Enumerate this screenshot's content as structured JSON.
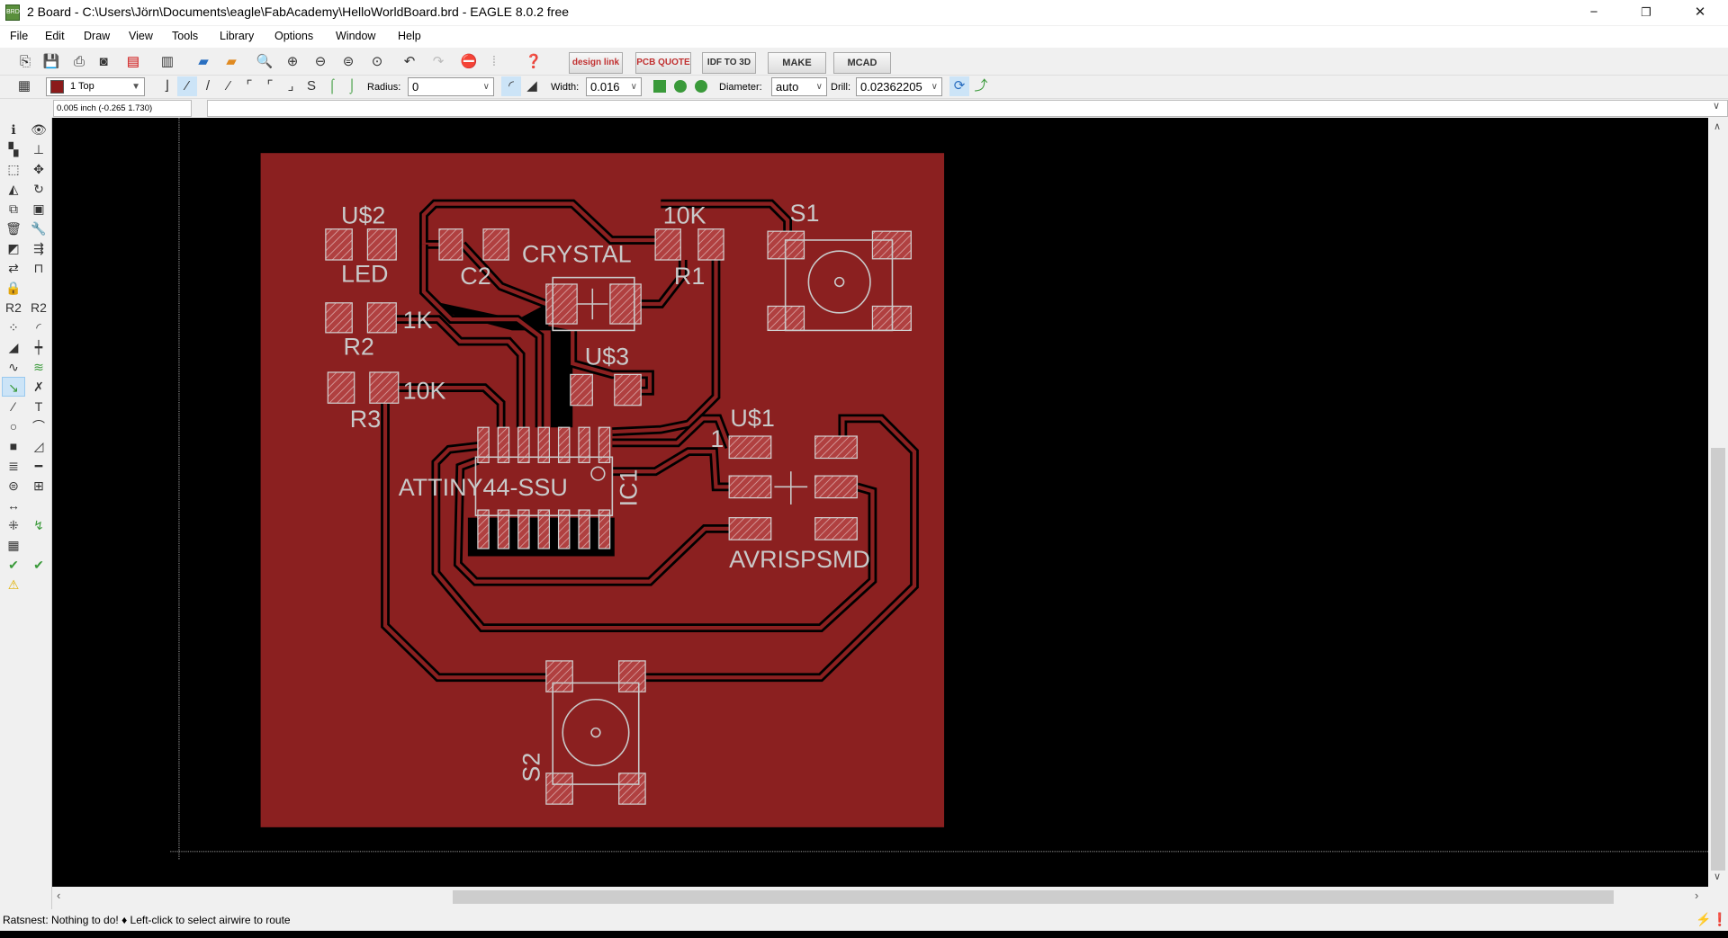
{
  "window": {
    "title": "2 Board - C:\\Users\\Jörn\\Documents\\eagle\\FabAcademy\\HelloWorldBoard.brd - EAGLE 8.0.2 free",
    "app_icon_text": "BRD",
    "minimize": "−",
    "maximize": "❐",
    "close": "✕"
  },
  "menu": [
    "File",
    "Edit",
    "Draw",
    "View",
    "Tools",
    "Library",
    "Options",
    "Window",
    "Help"
  ],
  "toolbar": {
    "design_link": "design link",
    "pcb_quote": "PCB QUOTE",
    "idf": "IDF TO 3D",
    "make": "MAKE",
    "mcad": "MCAD"
  },
  "params": {
    "layer": "1 Top",
    "layer_color": "#8b1a1a",
    "radius_label": "Radius:",
    "radius": "0",
    "width_label": "Width:",
    "width": "0.016",
    "diameter_label": "Diameter:",
    "diameter": "auto",
    "drill_label": "Drill:",
    "drill": "0.02362205"
  },
  "command": {
    "coordinates": "0.005 inch (-0.265 1.730)",
    "value": ""
  },
  "status": "Ratsnest: Nothing to do!  ♦ Left-click to select airwire to route",
  "colors": {
    "board": "#8b2020",
    "trace_isolation": "#000000",
    "silk": "#c9c9c9"
  },
  "board": {
    "labels": {
      "u2": "U$2",
      "led": "LED",
      "r2_val": "1K",
      "r2": "R2",
      "r3_val": "10K",
      "r3": "R3",
      "c2": "C2",
      "crystal": "CRYSTAL",
      "r1_val": "10K",
      "r1": "R1",
      "s1": "S1",
      "u3": "U$3",
      "u1": "U$1",
      "pin1": "1",
      "ic_val": "ATTINY44-SSU",
      "ic1": "IC1",
      "avrisp": "AVRISPSMD",
      "s2": "S2"
    }
  },
  "left_tools": [
    {
      "name": "info-icon",
      "g": "ℹ"
    },
    {
      "name": "show-icon",
      "g": "👁"
    },
    {
      "name": "layers-icon",
      "g": "▚"
    },
    {
      "name": "mark-icon",
      "g": "⊥"
    },
    {
      "name": "group-icon",
      "g": "⬚"
    },
    {
      "name": "move-icon",
      "g": "✥"
    },
    {
      "name": "mirror-icon",
      "g": "◭"
    },
    {
      "name": "rotate-icon",
      "g": "↻"
    },
    {
      "name": "copy-icon",
      "g": "⧉"
    },
    {
      "name": "paste-icon",
      "g": "▣"
    },
    {
      "name": "delete-icon",
      "g": "🗑"
    },
    {
      "name": "change-icon",
      "g": "🔧"
    },
    {
      "name": "add-icon",
      "g": "◩"
    },
    {
      "name": "replace-icon",
      "g": "⇶"
    },
    {
      "name": "swap-icon",
      "g": "⇄"
    },
    {
      "name": "lock-open-icon",
      "g": "⊓"
    },
    {
      "name": "lock-icon",
      "g": "🔒"
    },
    {
      "name": "blank-icon",
      "g": ""
    },
    {
      "name": "name-icon",
      "g": "R2"
    },
    {
      "name": "value-icon",
      "g": "R2"
    },
    {
      "name": "smash-icon",
      "g": "⁘"
    },
    {
      "name": "miter-icon",
      "g": "◜"
    },
    {
      "name": "split-icon",
      "g": "◢"
    },
    {
      "name": "optimize-icon",
      "g": "┿"
    },
    {
      "name": "meander-icon",
      "g": "∿"
    },
    {
      "name": "route-multiple-icon",
      "g": "≋"
    },
    {
      "name": "route-icon",
      "g": "↘",
      "active": true
    },
    {
      "name": "ripup-icon",
      "g": "✗"
    },
    {
      "name": "line-icon",
      "g": "⁄"
    },
    {
      "name": "text-icon",
      "g": "T"
    },
    {
      "name": "circle-icon",
      "g": "○"
    },
    {
      "name": "arc-icon",
      "g": "⌒"
    },
    {
      "name": "rect-icon",
      "g": "■"
    },
    {
      "name": "polygon-icon",
      "g": "◿"
    },
    {
      "name": "via-icon",
      "g": "≣"
    },
    {
      "name": "signal-icon",
      "g": "━"
    },
    {
      "name": "hole-icon",
      "g": "⊜"
    },
    {
      "name": "attribute-icon",
      "g": "⊞"
    },
    {
      "name": "dimension-icon",
      "g": "↔"
    },
    {
      "name": "blank2-icon",
      "g": ""
    },
    {
      "name": "ratsnest-icon",
      "g": "⁜"
    },
    {
      "name": "autorouter-icon",
      "g": "↯"
    },
    {
      "name": "ratsnest-board-icon",
      "g": "▦"
    },
    {
      "name": "blank3-icon",
      "g": ""
    },
    {
      "name": "erc-icon",
      "g": "✔"
    },
    {
      "name": "drc-icon",
      "g": "✔"
    },
    {
      "name": "errors-icon",
      "g": "⚠"
    }
  ]
}
